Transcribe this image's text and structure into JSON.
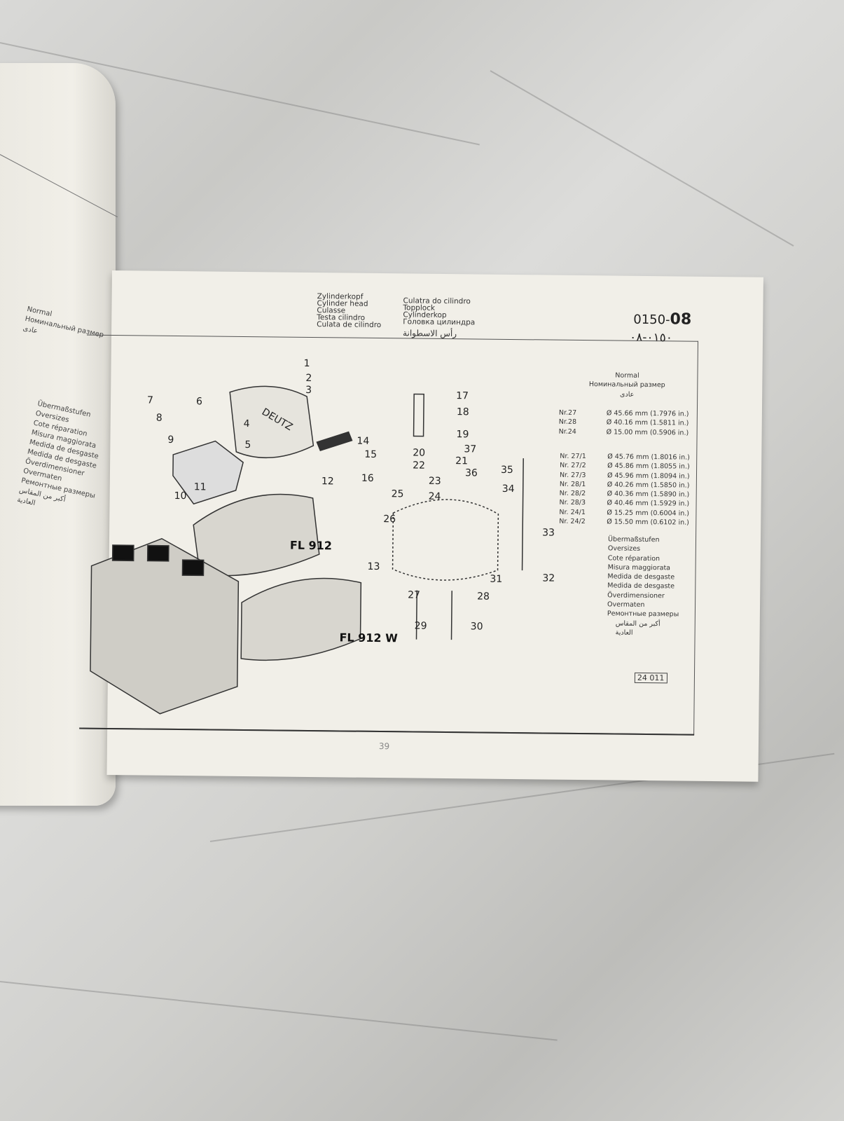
{
  "header": {
    "titles_left": [
      "Zylinderkopf",
      "Cylinder head",
      "Culasse",
      "Testa cilindro",
      "Culata de cilindro"
    ],
    "titles_right": [
      "Culatra do cilindro",
      "Topplock",
      "Cylinderkop",
      "Головка цилиндра"
    ],
    "title_arabic": "رأس الاسطوانة",
    "group_number": "0150-",
    "group_number_bold": "08",
    "group_number_arabic": "٠١٥٠-٠٨"
  },
  "diagram": {
    "callouts": [
      "1",
      "2",
      "3",
      "4",
      "5",
      "6",
      "7",
      "8",
      "9",
      "10",
      "11",
      "12",
      "13",
      "14",
      "15",
      "16",
      "17",
      "18",
      "19",
      "20",
      "21",
      "22",
      "23",
      "24",
      "25",
      "26",
      "27",
      "28",
      "29",
      "30",
      "31",
      "32",
      "33",
      "34",
      "35",
      "36",
      "37"
    ],
    "models": [
      "FL 912",
      "FL 912 W"
    ],
    "figure_number": "24 011",
    "logo_text": "DEUTZ"
  },
  "specs": {
    "normal_heading": [
      "Normal",
      "Номинальный размер",
      "عادی"
    ],
    "normal": [
      {
        "nr": "Nr.27",
        "value": "Ø 45.66 mm (1.7976 in.)"
      },
      {
        "nr": "Nr.28",
        "value": "Ø 40.16 mm (1.5811 in.)"
      },
      {
        "nr": "Nr.24",
        "value": "Ø 15.00 mm (0.5906 in.)"
      }
    ],
    "oversize": [
      {
        "nr": "Nr. 27/1",
        "value": "Ø 45.76 mm (1.8016 in.)"
      },
      {
        "nr": "Nr. 27/2",
        "value": "Ø 45.86 mm (1.8055 in.)"
      },
      {
        "nr": "Nr. 27/3",
        "value": "Ø 45.96 mm (1.8094 in.)"
      },
      {
        "nr": "Nr. 28/1",
        "value": "Ø 40.26 mm (1.5850 in.)"
      },
      {
        "nr": "Nr. 28/2",
        "value": "Ø 40.36 mm (1.5890 in.)"
      },
      {
        "nr": "Nr. 28/3",
        "value": "Ø 40.46 mm (1.5929 in.)"
      },
      {
        "nr": "Nr. 24/1",
        "value": "Ø 15.25 mm (0.6004 in.)"
      },
      {
        "nr": "Nr. 24/2",
        "value": "Ø 15.50 mm (0.6102 in.)"
      }
    ],
    "oversize_heading": [
      "Übermaßstufen",
      "Oversizes",
      "Cote réparation",
      "Misura maggiorata",
      "Medida de desgaste",
      "Medida de desgaste",
      "Överdimensioner",
      "Overmaten",
      "Ремонтные размеры",
      "أكبر من المقاس",
      "العادية"
    ]
  },
  "page_number": "39",
  "left_page": {
    "normal": [
      "Normal",
      "Номинальный размер",
      "عادی"
    ],
    "oversize": [
      "Übermaßstufen",
      "Oversizes",
      "Cote réparation",
      "Misura maggiorata",
      "Medida de desgaste",
      "Medida de desgaste",
      "Överdimensioner",
      "Overmaten",
      "Ремонтные размеры",
      "أكبر من المقاس",
      "العادية"
    ]
  }
}
